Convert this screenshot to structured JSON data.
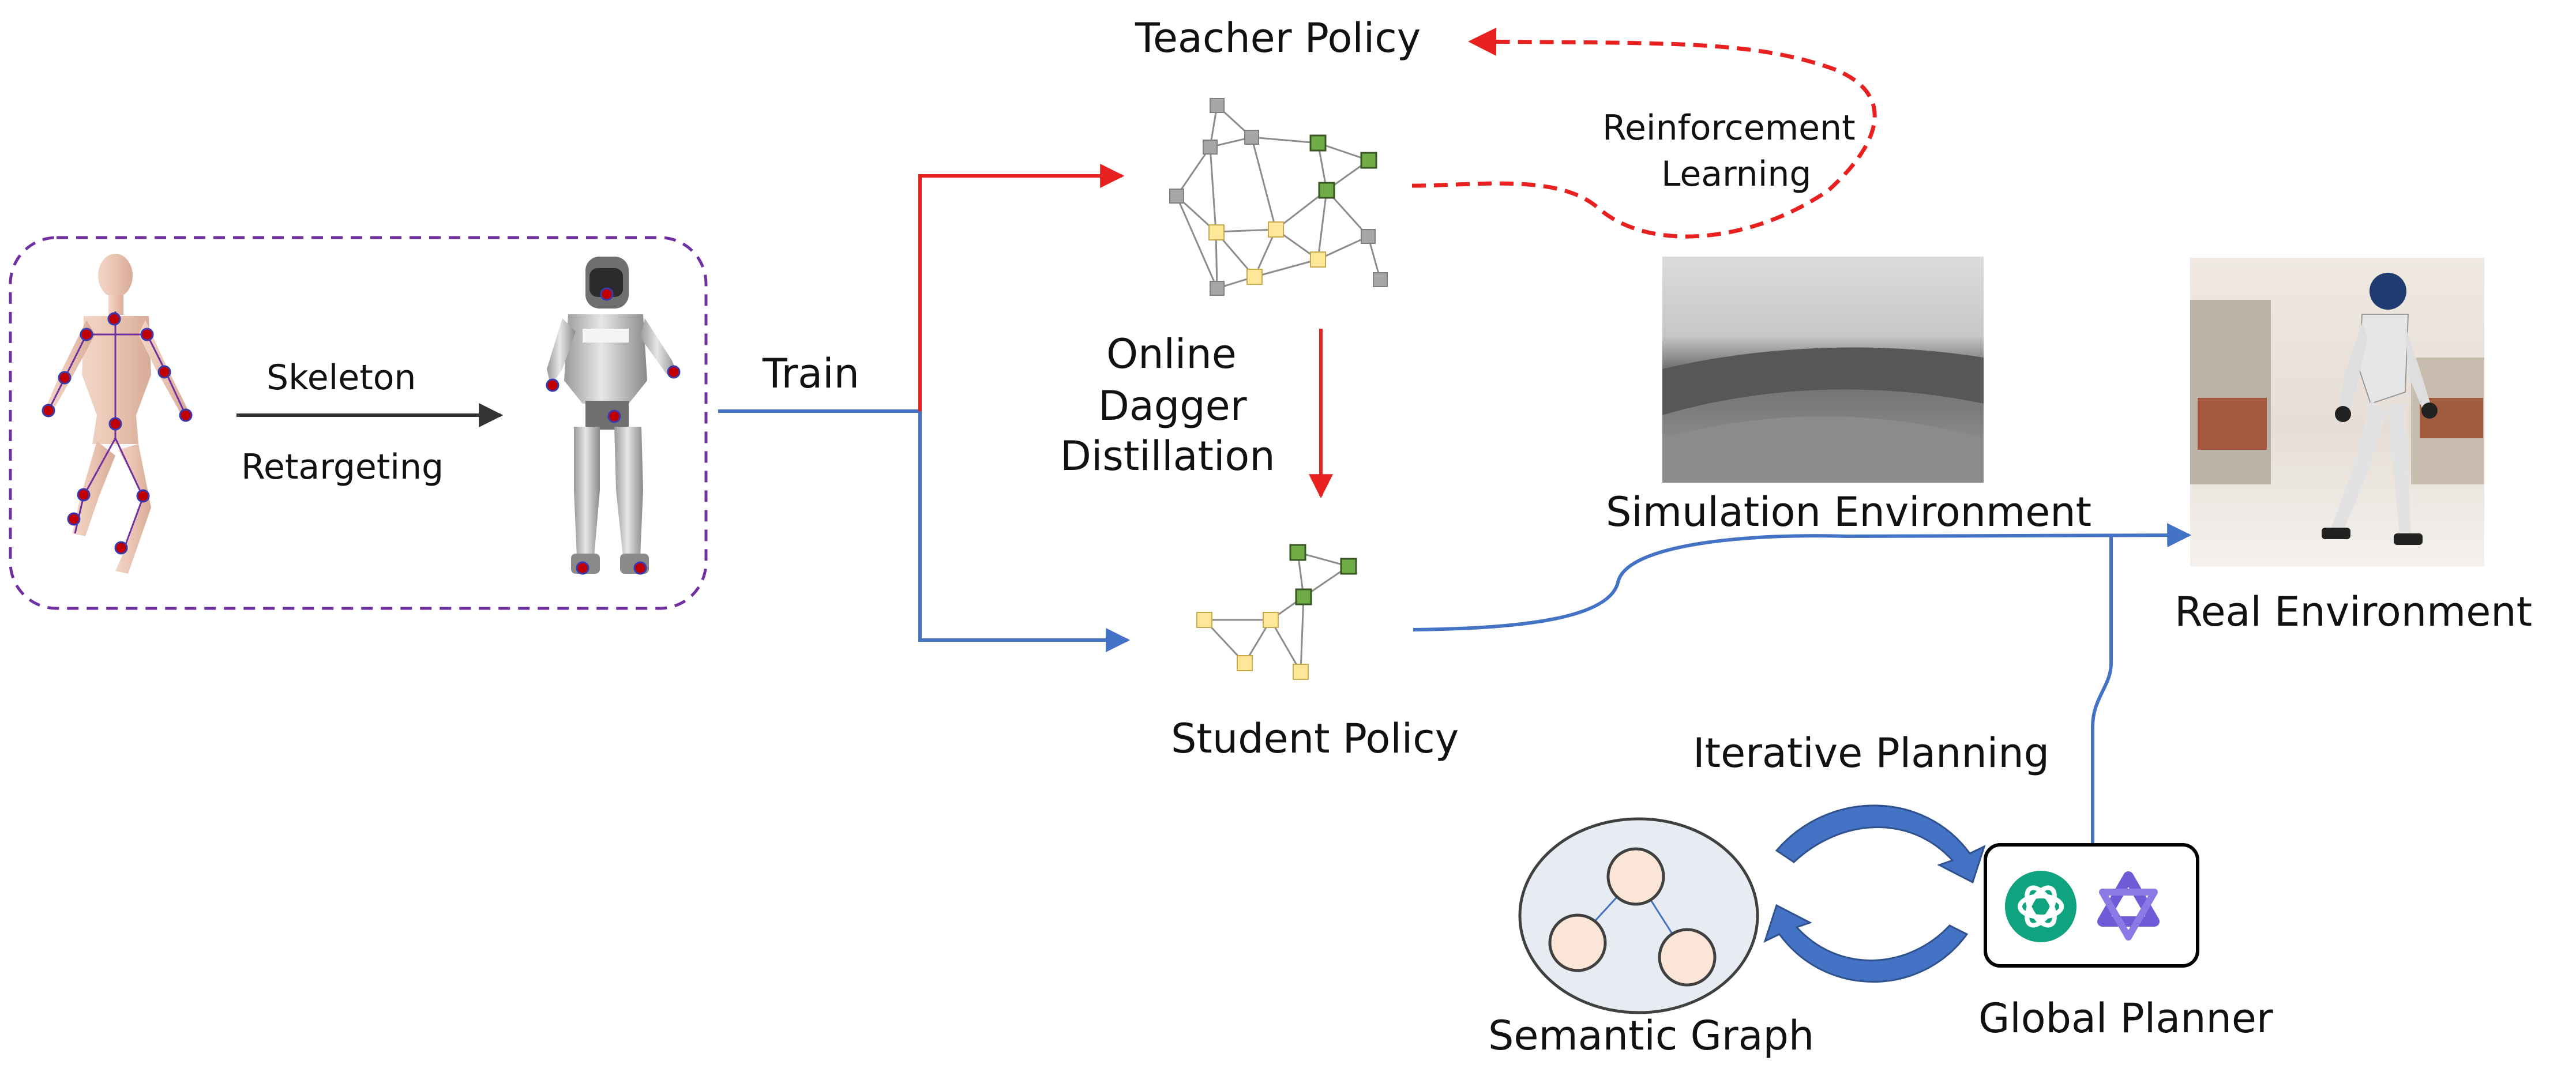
{
  "labels": {
    "teacher_policy": "Teacher Policy",
    "reinforcement_line1": "Reinforcement",
    "reinforcement_line2": "Learning",
    "skeleton": "Skeleton",
    "retargeting": "Retargeting",
    "train": "Train",
    "online": "Online",
    "dagger": "Dagger",
    "distillation": "Distillation",
    "simulation_environment": "Simulation Environment",
    "real_environment": "Real Environment",
    "student_policy": "Student Policy",
    "iterative_planning": "Iterative Planning",
    "semantic_graph": "Semantic Graph",
    "global_planner": "Global Planner"
  },
  "colors": {
    "red_arrow": "#e8201f",
    "blue_arrow": "#4472c4",
    "dashed_box": "#7030a0",
    "node_gray": "#a6a6a6",
    "node_yellow": "#ffe699",
    "node_green": "#70ad47",
    "graph_node": "#fbe5d6",
    "graph_ellipse": "#e7ecf2",
    "cycle_arrow": "#4472c4",
    "openai_logo": "#10a37f",
    "qwen_logo": "#6f5bd8"
  },
  "icons": {
    "logo1": "openai-logo-icon",
    "logo2": "qwen-logo-icon"
  }
}
